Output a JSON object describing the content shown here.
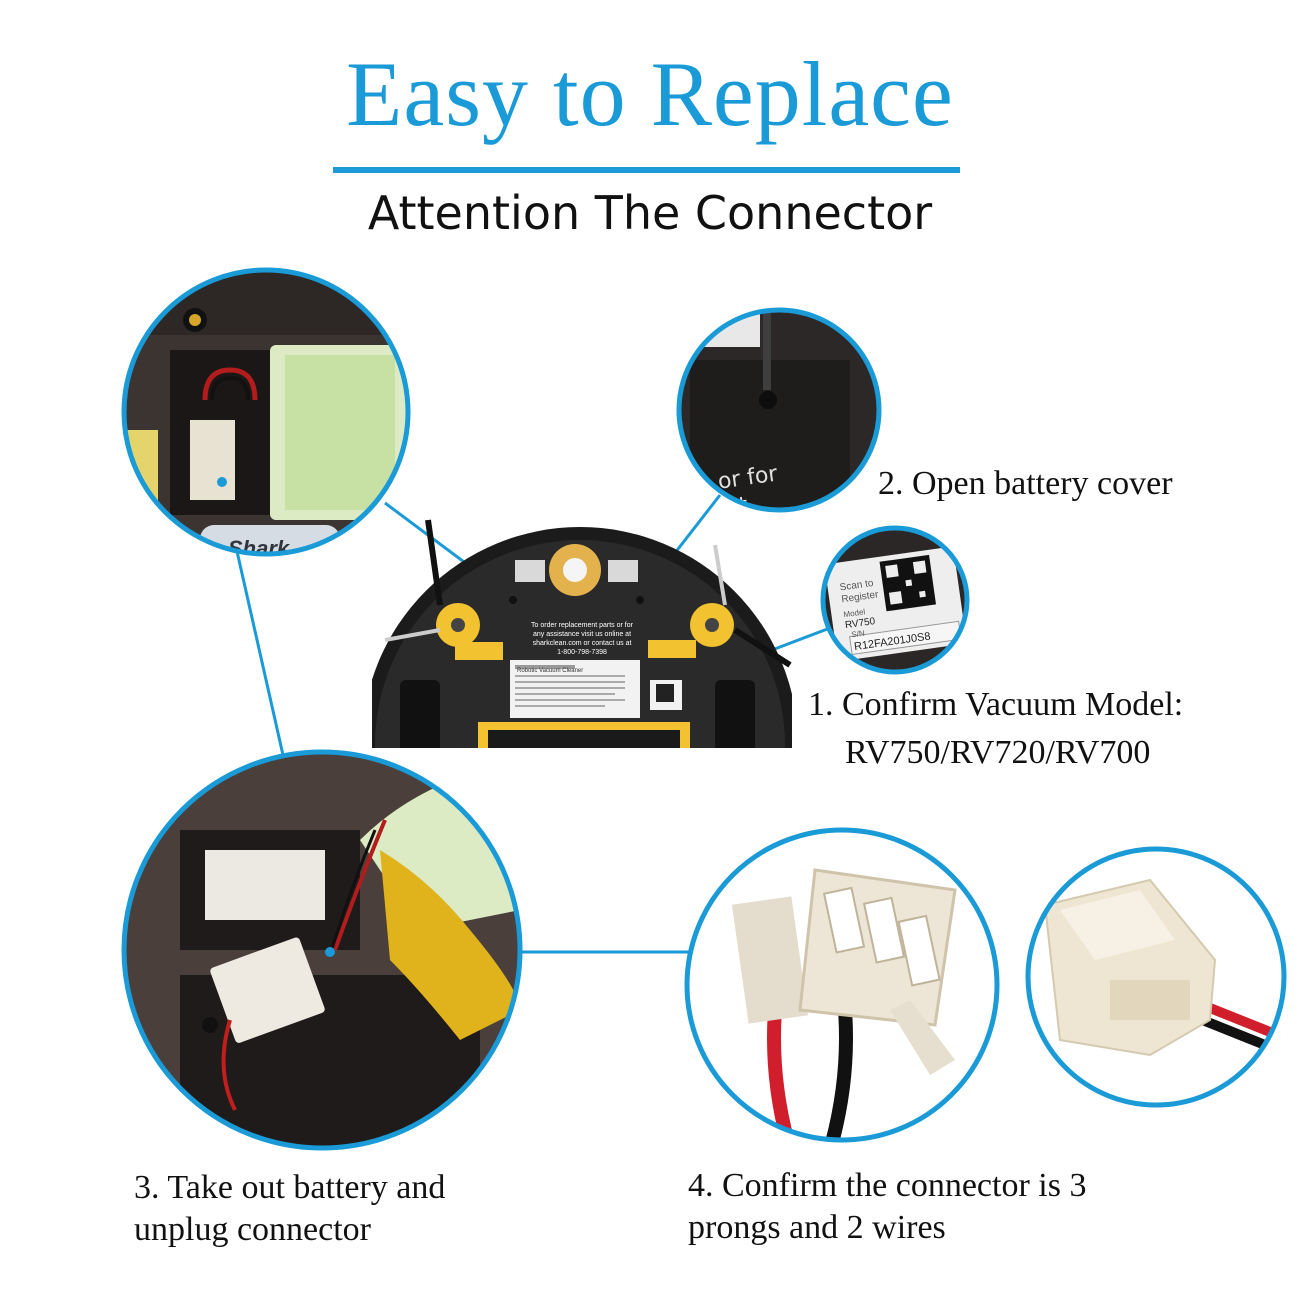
{
  "title": "Easy to Replace",
  "subtitle": "Attention The Connector",
  "steps": {
    "step1_line1": "1. Confirm Vacuum Model:",
    "step1_line2": "RV750/RV720/RV700",
    "step2": "2. Open battery cover",
    "step3_line1": "3. Take out battery and",
    "step3_line2": "unplug connector",
    "step4_line1": "4. Confirm the connector is 3",
    "step4_line2": "prongs and 2 wires"
  },
  "photo_labels": {
    "brand": "Shark",
    "cover_text_1": "or for",
    "cover_text_2": "e at",
    "scan_label_1": "Scan to",
    "scan_label_2": "Register",
    "model_label": "Model",
    "model_value": "RV750",
    "serial_label": "S/N",
    "serial_value": "R12FA201J0S8",
    "vac_text_1": "To order replacement parts or for",
    "vac_text_2": "any assistance visit us online at",
    "vac_text_3": "sharkclean.com or contact us at",
    "vac_text_4": "1-800-798-7398",
    "vac_label_title": "Robotic Vacuum Cleaner"
  },
  "colors": {
    "accent": "#1a9ad6",
    "text": "#111111"
  }
}
